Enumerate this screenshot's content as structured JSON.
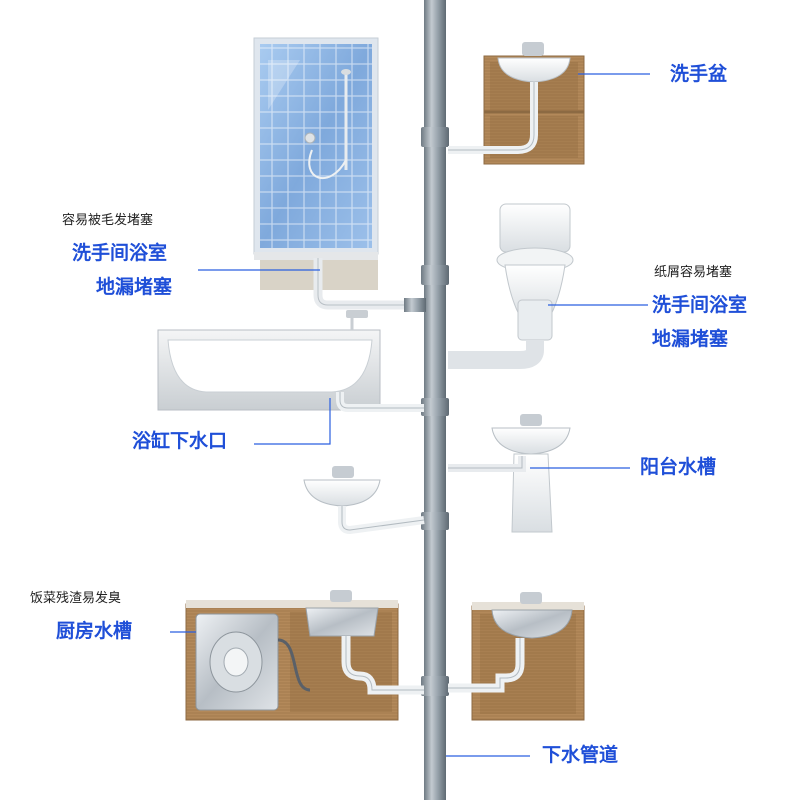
{
  "colors": {
    "label_blue": "#1f4fd8",
    "leader_line": "#2a5fe0",
    "main_pipe": "#8e9aa3",
    "cabinet_wood": "#b58a5a",
    "shower_tile": "#8fb8e6"
  },
  "fixtures": {
    "shower": "shower-stall",
    "wash_basin": "wall-cabinet-basin",
    "toilet": "toilet",
    "bathtub": "bathtub",
    "balcony_sink": "pedestal-sink",
    "small_basin": "small-wall-basin",
    "kitchen_sink": "kitchen-cabinet-sink",
    "washer": "front-loading-washer",
    "right_cabinet_sink": "cabinet-sink"
  },
  "labels": {
    "wash_basin": "洗手盆",
    "shower_note": "容易被毛发堵塞",
    "shower_floor_drain_1": "洗手间浴室",
    "shower_floor_drain_2": "地漏堵塞",
    "toilet_note": "纸屑容易堵塞",
    "toilet_floor_drain_1": "洗手间浴室",
    "toilet_floor_drain_2": "地漏堵塞",
    "bathtub_drain": "浴缸下水口",
    "balcony_sink": "阳台水槽",
    "kitchen_note": "饭菜残渣易发臭",
    "kitchen_sink": "厨房水槽",
    "drain_pipe": "下水管道"
  }
}
